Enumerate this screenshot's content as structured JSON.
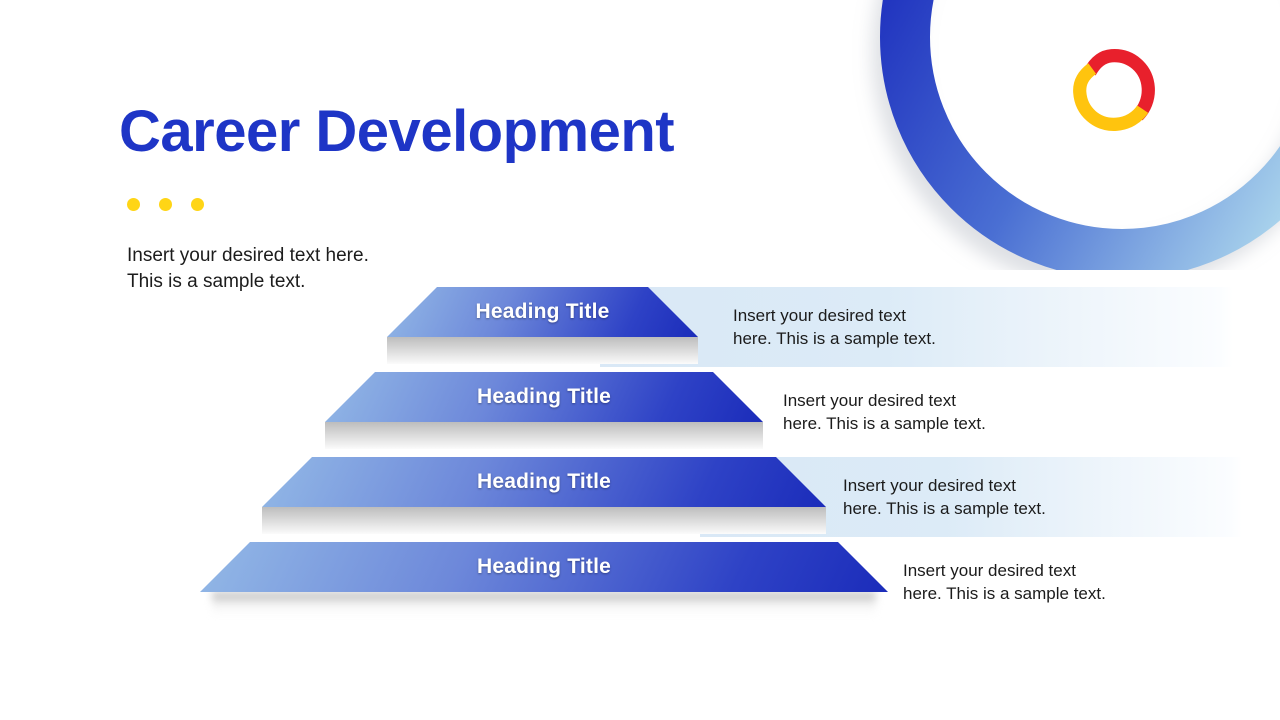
{
  "slide": {
    "title": "Career Development",
    "intro": {
      "line1": "Insert your desired text here.",
      "line2": "This is a sample text."
    },
    "levels": [
      {
        "heading": "Heading Title",
        "desc_line1": "Insert your desired text",
        "desc_line2": "here. This is a sample text."
      },
      {
        "heading": "Heading Title",
        "desc_line1": "Insert your desired text",
        "desc_line2": "here. This is a sample text."
      },
      {
        "heading": "Heading Title",
        "desc_line1": "Insert your desired text",
        "desc_line2": "here. This is a sample text."
      },
      {
        "heading": "Heading Title",
        "desc_line1": "Insert your desired text",
        "desc_line2": "here. This is a sample text."
      }
    ],
    "decoration": {
      "dot_count": 3,
      "icons": [
        "arc-swoosh-icon",
        "squircle-logo-icon"
      ]
    },
    "colors": {
      "title_blue": "#1e35c6",
      "accent_yellow_dot": "#ffd516",
      "trap_gradient_light": "#93b9e6",
      "trap_gradient_dark": "#1b2cba",
      "band_light_blue": "#d9e8f6",
      "step_gray": "#bdbdbd",
      "arc_dark_blue": "#2236c0",
      "arc_light_blue": "#a9d3ec",
      "logo_red": "#e8202c",
      "logo_yellow": "#ffc40e",
      "body_text": "#1b1b1b",
      "heading_text": "#ffffff"
    }
  }
}
